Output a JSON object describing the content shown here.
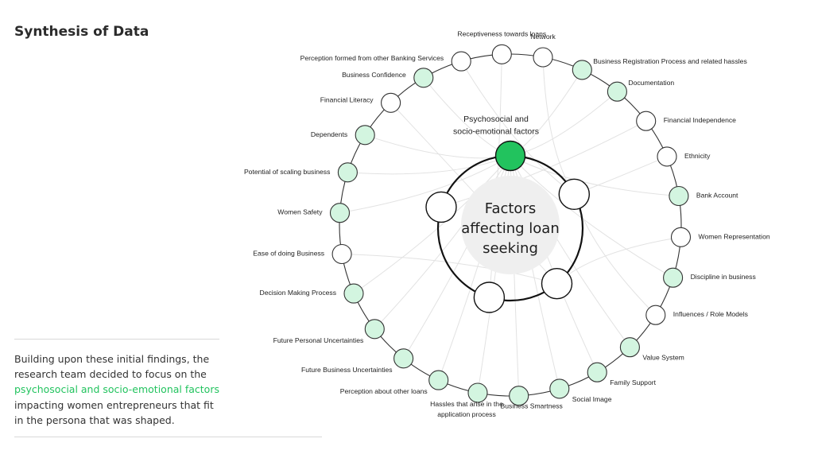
{
  "title": "Synthesis of Data",
  "description": {
    "before": "Building upon these initial findings, the research team decided to focus on the ",
    "highlight": "psychosocial and socio-emotional factors",
    "after": " impacting women entrepreneurs that fit in the persona that was shaped."
  },
  "colors": {
    "accent": "#22c35e",
    "mint": "#d3f5e0",
    "line": "#333333",
    "faint": "#e2e2e2"
  },
  "center": {
    "lines": [
      "Factors",
      "affecting loan",
      "seeking"
    ]
  },
  "hub_label": {
    "lines": [
      "Psychosocial and",
      "socio-emotional factors"
    ]
  },
  "factors": [
    {
      "label": "Network",
      "highlight": false
    },
    {
      "label": "Business Registration Process and related hassles",
      "highlight": true
    },
    {
      "label": "Documentation",
      "highlight": true
    },
    {
      "label": "Financial Independence",
      "highlight": false
    },
    {
      "label": "Ethnicity",
      "highlight": false
    },
    {
      "label": "Bank Account",
      "highlight": true
    },
    {
      "label": "Women Representation",
      "highlight": false
    },
    {
      "label": "Discipline in business",
      "highlight": true
    },
    {
      "label": "Influences / Role Models",
      "highlight": false
    },
    {
      "label": "Value System",
      "highlight": true
    },
    {
      "label": "Family Support",
      "highlight": true
    },
    {
      "label": "Social Image",
      "highlight": true
    },
    {
      "label": "Business Smartness",
      "highlight": true
    },
    {
      "label": [
        "Hassles that arise in the",
        "application process"
      ],
      "highlight": true
    },
    {
      "label": "Perception about other loans",
      "highlight": true
    },
    {
      "label": "Future Business Uncertainties",
      "highlight": true
    },
    {
      "label": "Future Personal Uncertainties",
      "highlight": true
    },
    {
      "label": "Decision Making Process",
      "highlight": true
    },
    {
      "label": "Ease of doing Business",
      "highlight": false
    },
    {
      "label": "Women Safety",
      "highlight": true
    },
    {
      "label": "Potential of scaling business",
      "highlight": true
    },
    {
      "label": "Dependents",
      "highlight": true
    },
    {
      "label": "Financial Literacy",
      "highlight": false
    },
    {
      "label": "Business Confidence",
      "highlight": true
    },
    {
      "label": "Perception formed from other Banking Services",
      "highlight": false
    },
    {
      "label": "Receptiveness towards loans",
      "highlight": false
    }
  ]
}
